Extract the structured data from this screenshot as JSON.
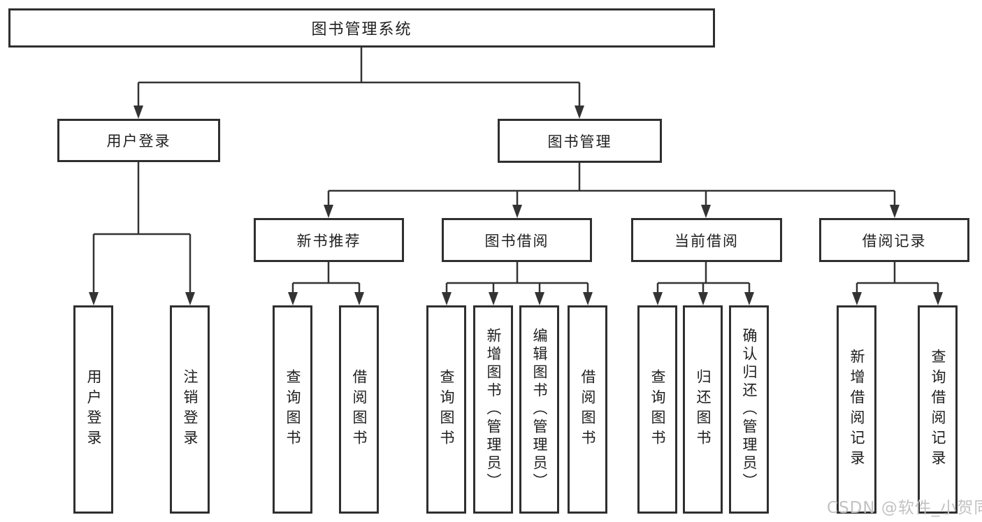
{
  "tree": {
    "label": "图书管理系统",
    "children": [
      {
        "label": "用户登录",
        "children": [
          {
            "label": "用户登录"
          },
          {
            "label": "注销登录"
          }
        ]
      },
      {
        "label": "图书管理",
        "children": [
          {
            "label": "新书推荐",
            "children": [
              {
                "label": "查询图书"
              },
              {
                "label": "借阅图书"
              }
            ]
          },
          {
            "label": "图书借阅",
            "children": [
              {
                "label": "查询图书"
              },
              {
                "label": "新增图书（管理员）"
              },
              {
                "label": "编辑图书（管理员）"
              },
              {
                "label": "借阅图书"
              }
            ]
          },
          {
            "label": "当前借阅",
            "children": [
              {
                "label": "查询图书"
              },
              {
                "label": "归还图书"
              },
              {
                "label": "确认归还（管理员）"
              }
            ]
          },
          {
            "label": "借阅记录",
            "children": [
              {
                "label": "新增借阅记录"
              },
              {
                "label": "查询借阅记录"
              }
            ]
          }
        ]
      }
    ]
  },
  "watermark": "CSDN @软件_小贺同学",
  "colors": {
    "line": "#333333",
    "box_border": "#2f2f2f",
    "text": "#1f1f1f",
    "background": "#ffffff",
    "watermark": "#c2c2c2"
  }
}
